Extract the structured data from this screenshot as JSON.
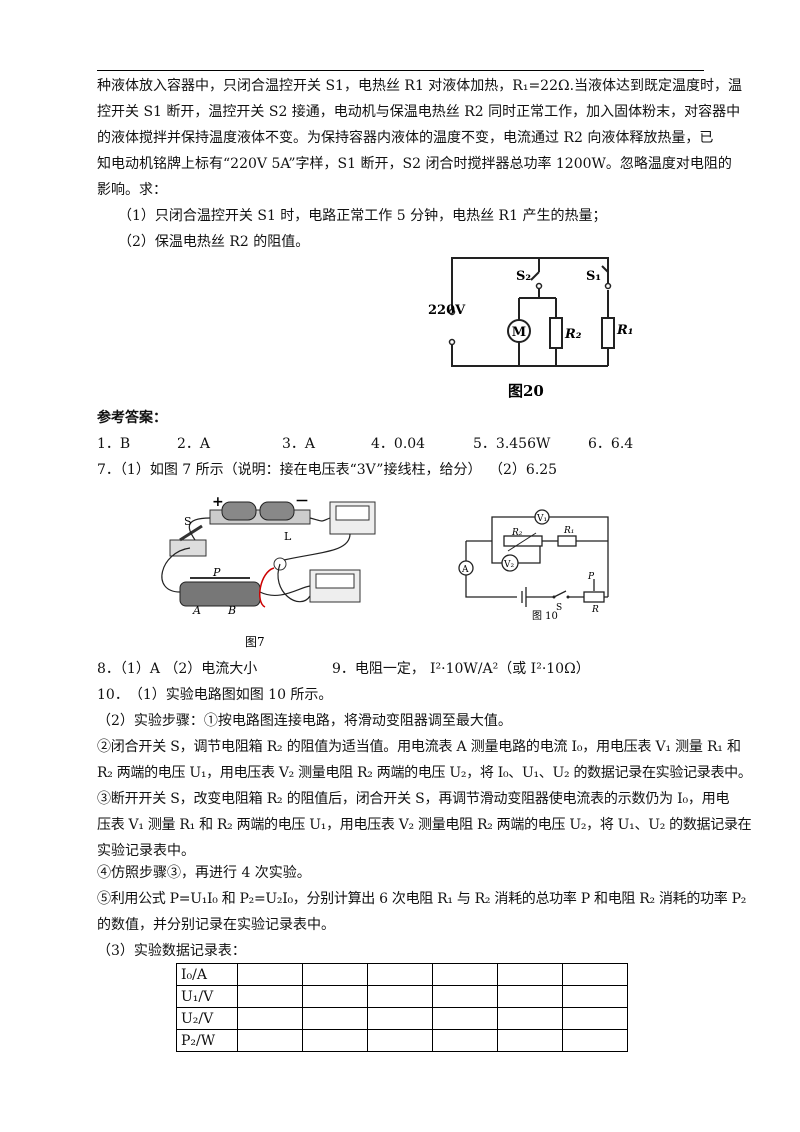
{
  "problem": {
    "lines": [
      "种液体放入容器中，只闭合温控开关 S1，电热丝 R1 对液体加热，R₁=22Ω.当液体达到既定温度时，温",
      "控开关 S1 断开，温控开关 S2 接通，电动机与保温电热丝 R2 同时正常工作，加入固体粉末，对容器中",
      "的液体搅拌并保持温度液体不变。为保持容器内液体的温度不变，电流通过 R2 向液体释放热量，已",
      "知电动机铭牌上标有“220V 5A”字样，S1 断开，S2 闭合时搅拌器总功率 1200W。忽略温度对电阻的",
      "影响。求："
    ],
    "q1": "（1）只闭合温控开关 S1 时，电路正常工作 5 分钟，电热丝 R1 产生的热量；",
    "q2": "（2）保温电热丝 R2 的阻值。"
  },
  "fig20": {
    "caption": "图20",
    "voltage": "220V",
    "s2": "S₂",
    "s1": "S₁",
    "motor": "M",
    "r2": "R₂",
    "r1": "R₁"
  },
  "answers": {
    "heading": "参考答案：",
    "row1": [
      "1．B",
      "2．A",
      "3．A",
      "4．0.04",
      "5．3.456W",
      "6．6.4"
    ],
    "q7": "7．（1）如图 7 所示（说明：接在电压表“3V”接线柱，给分）",
    "q7b": "（2）6.25"
  },
  "fig7": {
    "caption": "图7",
    "plus": "+",
    "minus": "－",
    "s": "S",
    "l": "L",
    "p": "P",
    "a": "A",
    "b": "B"
  },
  "fig10": {
    "caption": "图 10",
    "v1": "V₁",
    "v2": "V₂",
    "r2": "R₂",
    "r1": "R₁",
    "a": "A",
    "s": "S",
    "p": "P",
    "r": "R"
  },
  "q8": "8．（1）A （2）电流大小",
  "q9": "9．电阻一定，",
  "q9b": "I²·10W/A²（或 I²·10Ω）",
  "q10": {
    "title": "10．　（1）实验电路图如图 10 所示。",
    "step_intro": "（2）实验步骤：①按电路图连接电路，将滑动变阻器调至最大值。",
    "step2_l1": "②闭合开关 S，调节电阻箱 R₂ 的阻值为适当值。用电流表 A 测量电路的电流 I₀，用电压表 V₁ 测量 R₁ 和",
    "step2_l2": "R₂ 两端的电压 U₁，用电压表 V₂ 测量电阻 R₂ 两端的电压 U₂，将 I₀、U₁、U₂ 的数据记录在实验记录表中。",
    "step3_l1": "③断开开关 S，改变电阻箱 R₂ 的阻值后，闭合开关 S，再调节滑动变阻器使电流表的示数仍为 I₀，用电",
    "step3_l2": "压表 V₁ 测量 R₁ 和 R₂ 两端的电压 U₁，用电压表 V₂ 测量电阻 R₂ 两端的电压 U₂，将 U₁、U₂ 的数据记录在",
    "step3_l3": "实验记录表中。",
    "step4": "④仿照步骤③，再进行 4 次实验。",
    "step5_l1": "⑤利用公式 P=U₁I₀ 和 P₂=U₂I₀，分别计算出 6 次电阻 R₁ 与 R₂ 消耗的总功率 P 和电阻 R₂ 消耗的功率 P₂",
    "step5_l2": "的数值，并分别记录在实验记录表中。",
    "table_title": "（3）实验数据记录表：",
    "table_rows": [
      "I₀/A",
      "U₁/V",
      "U₂/V",
      "P₂/W"
    ]
  }
}
